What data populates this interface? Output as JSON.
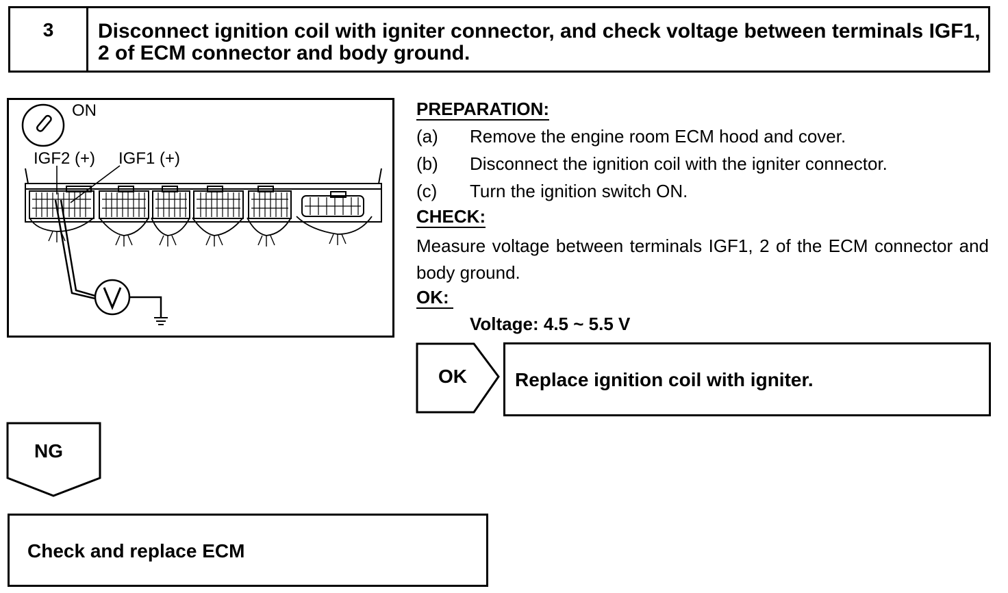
{
  "step": {
    "number": "3",
    "title": "Disconnect ignition coil with igniter connector, and check voltage between terminals IGF1, 2 of ECM connector and body ground."
  },
  "diagram": {
    "switch_label": "ON",
    "terminal_igf2": "IGF2 (+)",
    "terminal_igf1": "IGF1 (+)",
    "meter_symbol": "V"
  },
  "preparation": {
    "heading": "PREPARATION:",
    "items": [
      {
        "letter": "(a)",
        "text": "Remove the engine room ECM hood and cover."
      },
      {
        "letter": "(b)",
        "text": "Disconnect the ignition coil with the igniter connector."
      },
      {
        "letter": "(c)",
        "text": "Turn the ignition switch ON."
      }
    ]
  },
  "check": {
    "heading": "CHECK:",
    "text": "Measure voltage between terminals IGF1, 2 of the ECM connector and body ground."
  },
  "ok": {
    "heading": "OK:",
    "spec": "Voltage: 4.5 ~ 5.5 V",
    "arrow_label": "OK",
    "action": "Replace ignition coil with igniter."
  },
  "ng": {
    "arrow_label": "NG",
    "action": "Check and replace ECM"
  }
}
